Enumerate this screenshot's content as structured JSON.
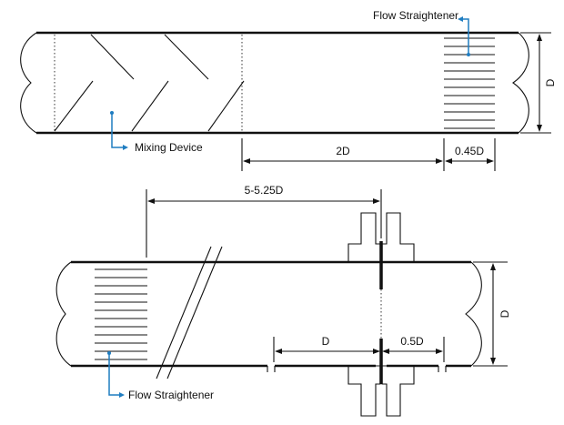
{
  "colors": {
    "line": "#111111",
    "leader": "#1f7dc1",
    "background": "#ffffff"
  },
  "top": {
    "flow_straightener_label": "Flow Straightener",
    "mixing_device_label": "Mixing Device",
    "dim_2d": "2D",
    "dim_045d": "0.45D",
    "dim_d": "D"
  },
  "bottom": {
    "dim_span": "5-5.25D",
    "dim_d_lower": "D",
    "dim_05d": "0.5D",
    "dim_d": "D",
    "flow_straightener_label": "Flow Straightener"
  }
}
